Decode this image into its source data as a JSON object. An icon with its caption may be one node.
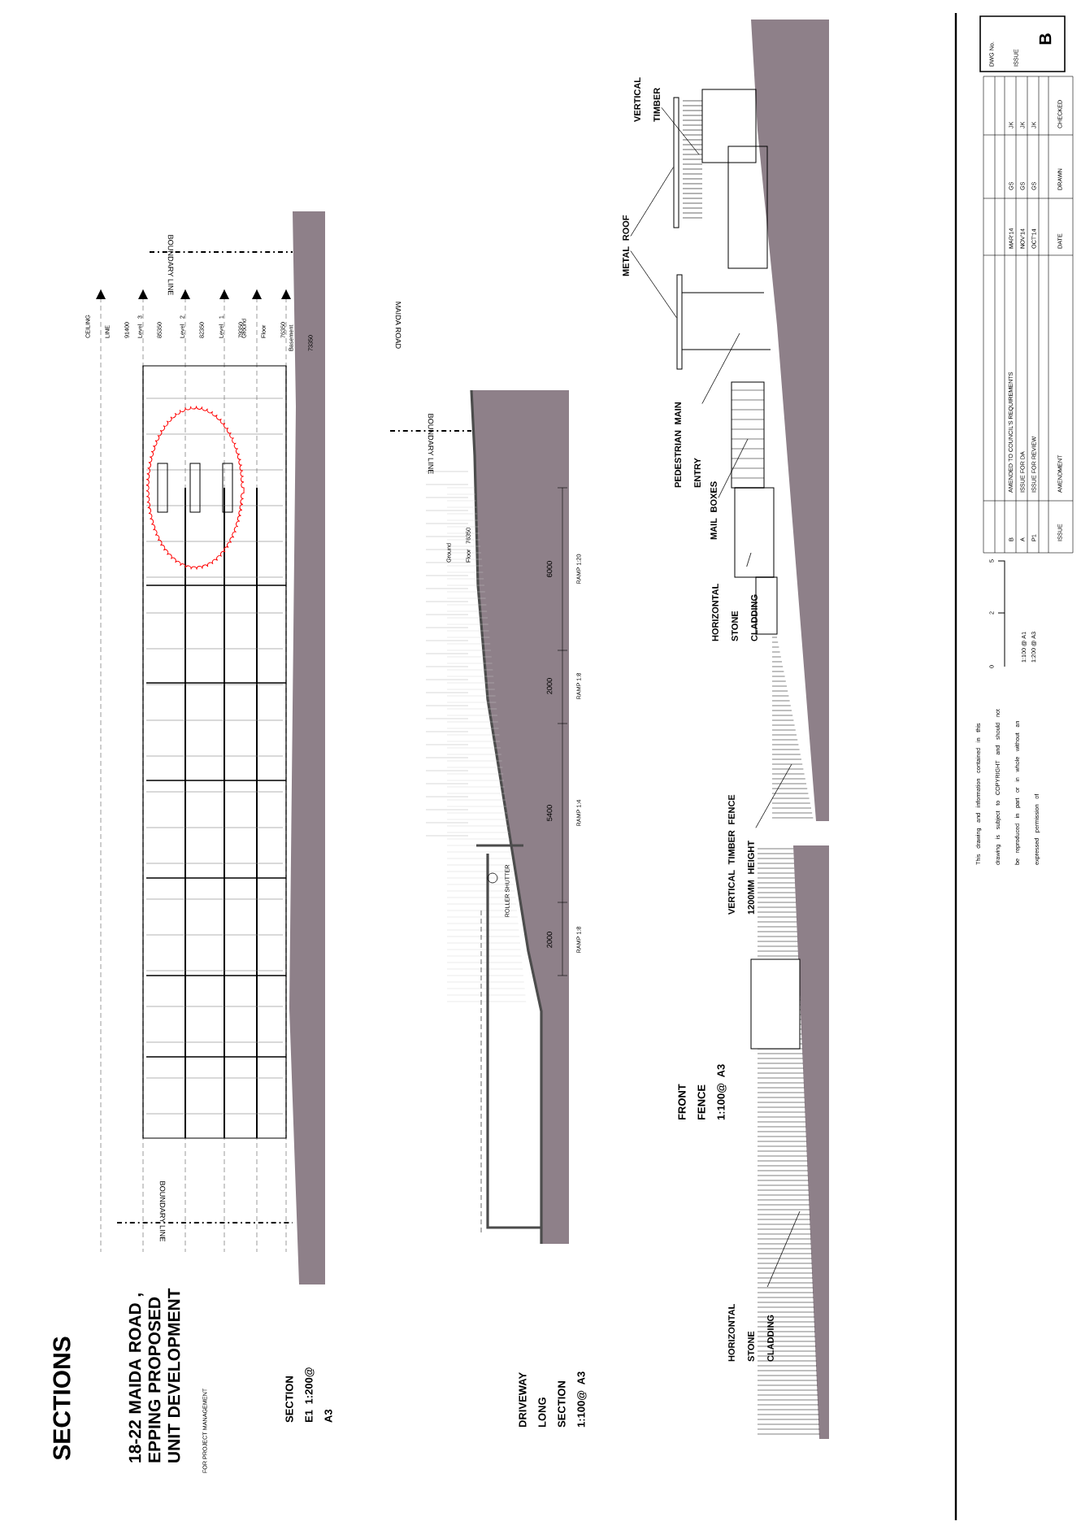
{
  "diagram": {
    "title": "SECTIONS",
    "nodes": [
      {
        "text": [
          "VERTICAL TIMBER"
        ]
      },
      {
        "text": [
          "METAL ROOF"
        ]
      },
      {
        "text": [
          "PEDESTRIAN MAIN ENTRY"
        ]
      },
      {
        "text": [
          "MAIL BOXES"
        ]
      },
      {
        "text": [
          "HORIZONTAL STONE CLADDING"
        ]
      },
      {
        "text": [
          "VERTICAL TIMBER FENCE 1200MM HEIGHT"
        ]
      },
      {
        "text": [
          "HORIZONTAL STONE CLADDING"
        ]
      },
      {
        "text": [],
        "shape": "box"
      },
      {
        "text": [],
        "shape": "box"
      }
    ],
    "edges": [
      {
        "from": 0,
        "to": null,
        "arrow": "none"
      },
      {
        "from": 1,
        "to": 7,
        "arrow": "none"
      },
      {
        "from": 1,
        "to": 8,
        "arrow": "none"
      },
      {
        "from": 2,
        "to": null,
        "arrow": "none"
      },
      {
        "from": 3,
        "to": null,
        "arrow": "none"
      },
      {
        "from": 4,
        "to": null,
        "arrow": "none"
      },
      {
        "from": 5,
        "to": null,
        "arrow": "none"
      },
      {
        "from": 6,
        "to": null,
        "arrow": "none"
      }
    ],
    "labels": [
      "BOUNDARY LINE",
      "CEILING LINE 91400",
      "Level 3 85350",
      "Level 2 82350",
      "Level 1 79350",
      "Ground Floor 76350",
      "Basement 73350",
      "BOUNDARY LINE",
      "MAIDA ROAD",
      "BOUNDARY LINE",
      "Ground Floor 76350",
      "6000",
      "RAMP 1:20",
      "2000",
      "RAMP 1:8",
      "5400",
      "RAMP 1:4",
      "2000",
      "RAMP 1:8",
      "ROLLER SHUTTER",
      "SECTION E1 1:200@ A3",
      "DRIVEWAY LONG SECTION 1:100@ A3",
      "FRONT FENCE 1:100@ A3",
      "18-22 MAIDA ROAD , EPPING PROPOSED UNIT DEVELOPMENT",
      "FOR PROJECT MANAGEMENT",
      "This drawing and information contained in this drawing is subject to COPYRIGHT and should not be reproduced in part or in whole without an expressed permission of",
      "0",
      "2",
      "5",
      "1:100 @ A1",
      "1:200 @ A3",
      "B",
      "AMENDED TO COUNCIL'S REQUIREMENTS",
      "MAR'14",
      "GS",
      "JK",
      "A",
      "ISSUE FOR DA",
      "NOV'14",
      "GS",
      "JK",
      "P1",
      "ISSUE FOR REVIEW",
      "OCT'14",
      "GS",
      "JK",
      "ISSUE",
      "AMENDMENT",
      "DATE",
      "DRAWN",
      "CHECKED",
      "DWG No.",
      "ISSUE",
      "B"
    ]
  }
}
